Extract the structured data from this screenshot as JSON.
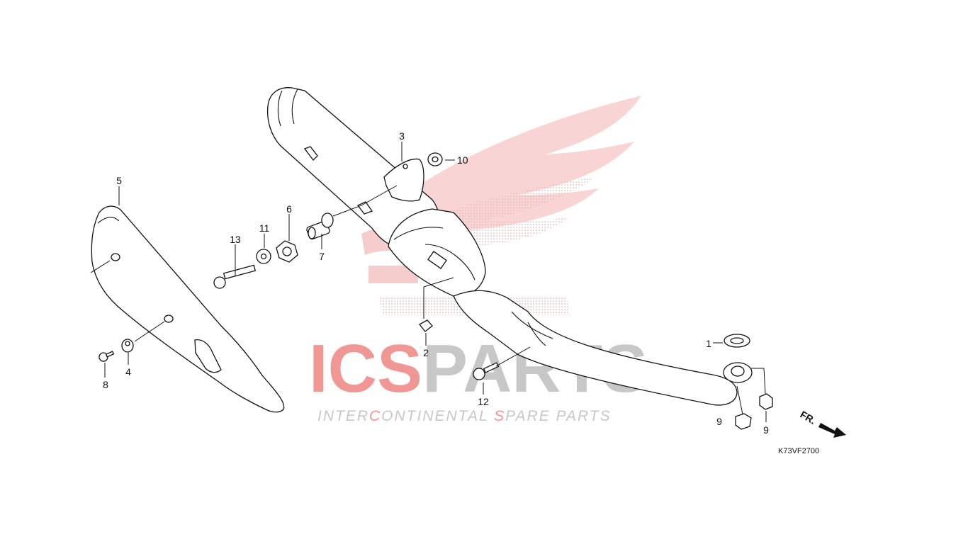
{
  "watermark": {
    "brand_a": "ICS",
    "brand_b": "PARTS",
    "tagline_a": "INTER",
    "tagline_b": "C",
    "tagline_c": "ONTINENTAL ",
    "tagline_d": "S",
    "tagline_e": "PARE PARTS",
    "colors": {
      "red": "#e4413d",
      "gray": "#8a8a8a",
      "wing": "#f3b8b8"
    }
  },
  "callouts": {
    "p1": "1",
    "p2": "2",
    "p3": "3",
    "p4": "4",
    "p5": "5",
    "p6": "6",
    "p7": "7",
    "p8": "8",
    "p9a": "9",
    "p9b": "9",
    "p10": "10",
    "p11": "11",
    "p12": "12",
    "p13": "13"
  },
  "direction_label": "FR.",
  "diagram_code": "K73VF2700"
}
